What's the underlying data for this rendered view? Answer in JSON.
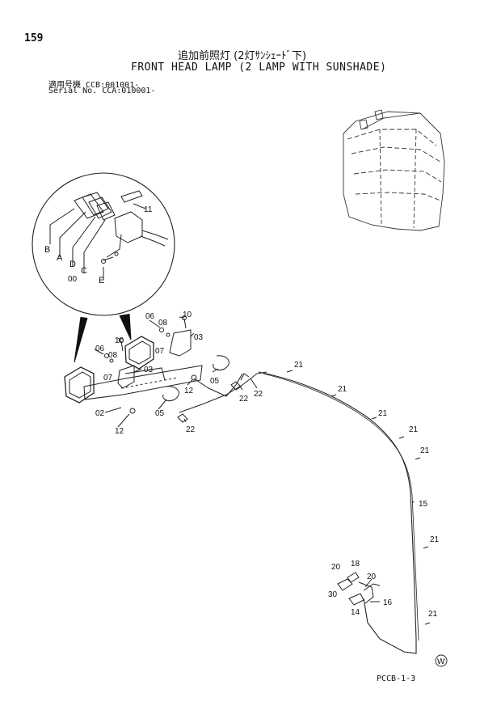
{
  "header": {
    "page_number": "159",
    "title_jp": "追加前照灯 (2灯ｻﾝｼｪｰﾄﾞ下)",
    "title_en": "FRONT HEAD LAMP (2 LAMP WITH SUNSHADE)",
    "serial_line1": "適用号機  CCB:001001-",
    "serial_line2": "Serial No. CCA:010001-"
  },
  "detail_labels": {
    "b": "B",
    "a": "A",
    "d": "D",
    "c": "C",
    "e": "E",
    "oo": "00",
    "p11": "11"
  },
  "part_labels": {
    "p02": "02",
    "p03a": "03",
    "p03b": "03",
    "p05a": "05",
    "p05b": "05",
    "p06a": "06",
    "p06b": "06",
    "p07a": "07",
    "p07b": "07",
    "p08a": "08",
    "p08b": "08",
    "p10a": "10",
    "p10b": "10",
    "p12a": "12",
    "p12b": "12",
    "p14": "14",
    "p15": "15",
    "p16": "16",
    "p18": "18",
    "p20a": "20",
    "p20b": "20",
    "p21a": "21",
    "p21b": "21",
    "p21c": "21",
    "p21d": "21",
    "p21e": "21",
    "p21f": "21",
    "p21g": "21",
    "p22a": "22",
    "p22b": "22",
    "p22c": "22",
    "p30": "30"
  },
  "mark": "W",
  "footer": {
    "code": "PCCB-1-3"
  }
}
